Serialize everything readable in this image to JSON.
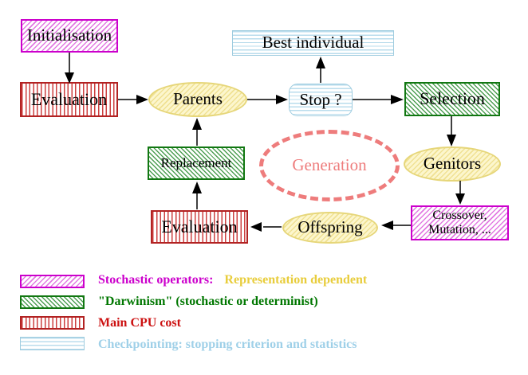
{
  "nodes": {
    "initialisation": "Initialisation",
    "evaluation_top": "Evaluation",
    "best_individual": "Best individual",
    "parents": "Parents",
    "stop": "Stop ?",
    "selection": "Selection",
    "replacement": "Replacement",
    "generation": "Generation",
    "genitors": "Genitors",
    "crossover_line1": "Crossover,",
    "crossover_line2": "Mutation, ...",
    "offspring": "Offspring",
    "evaluation_bottom": "Evaluation"
  },
  "legend": {
    "items": [
      {
        "label": "Stochastic operators:",
        "label_suffix": "Representation dependent",
        "swatch_pattern": "magenta-diagonal-hatch",
        "label_color": "#cc00cc",
        "suffix_color": "#e8cd3c"
      },
      {
        "label": "\"Darwinism\" (stochastic or determinist)",
        "swatch_pattern": "green-diagonal-hatch",
        "label_color": "#007700"
      },
      {
        "label": "Main CPU cost",
        "swatch_pattern": "red-vertical-stripes",
        "label_color": "#cc1111"
      },
      {
        "label": "Checkpointing: stopping criterion and statistics",
        "swatch_pattern": "cyan-horizontal-stripes",
        "label_color": "#9fd0e8"
      }
    ]
  },
  "colors": {
    "magenta_border": "#cc00cc",
    "green_border": "#117711",
    "red_border": "#b22222",
    "cyan_border": "#9fccdf",
    "yellow_ellipse_border": "#e6d679",
    "yellow_ellipse_fill": "#fcf6cd",
    "generation_dashed": "#ee7c7c",
    "node_text": "#000000",
    "background": "#ffffff"
  }
}
